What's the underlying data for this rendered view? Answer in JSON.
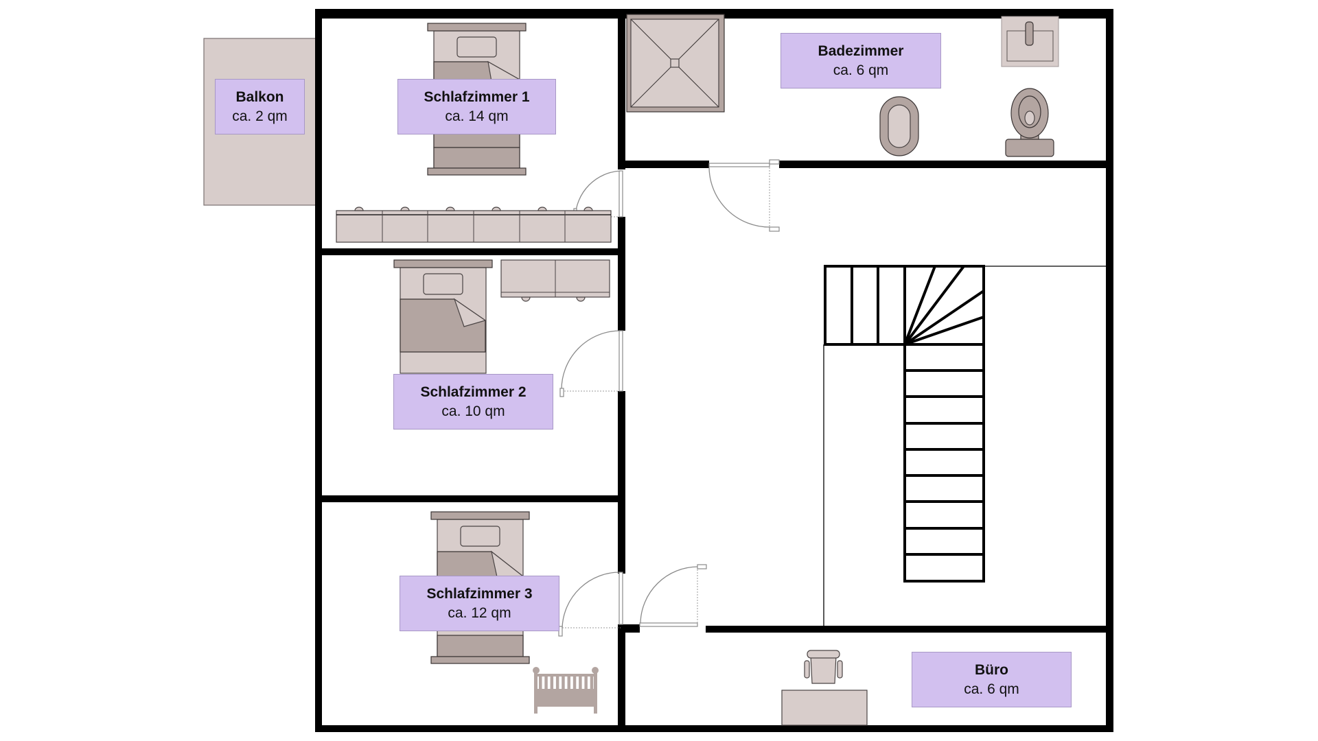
{
  "plan": {
    "title": "Grundriss Obergeschoss",
    "colors": {
      "label_bg": "#d2c0ef",
      "wall": "#000000",
      "furniture_light": "#d8cdcb",
      "furniture_dark": "#b3a5a1"
    },
    "rooms": {
      "balkon": {
        "name": "Balkon",
        "area": "ca. 2 qm"
      },
      "schlafzimmer1": {
        "name": "Schlafzimmer 1",
        "area": "ca. 14 qm"
      },
      "badezimmer": {
        "name": "Badezimmer",
        "area": "ca. 6 qm"
      },
      "schlafzimmer2": {
        "name": "Schlafzimmer 2",
        "area": "ca. 10 qm"
      },
      "schlafzimmer3": {
        "name": "Schlafzimmer 3",
        "area": "ca. 12 qm"
      },
      "buero": {
        "name": "Büro",
        "area": "ca. 6 qm"
      }
    },
    "furniture": [
      "bed",
      "bed",
      "bed",
      "wardrobe",
      "dresser",
      "crib",
      "desk",
      "office-chair",
      "shower",
      "sink",
      "bidet",
      "toilet",
      "staircase"
    ]
  }
}
